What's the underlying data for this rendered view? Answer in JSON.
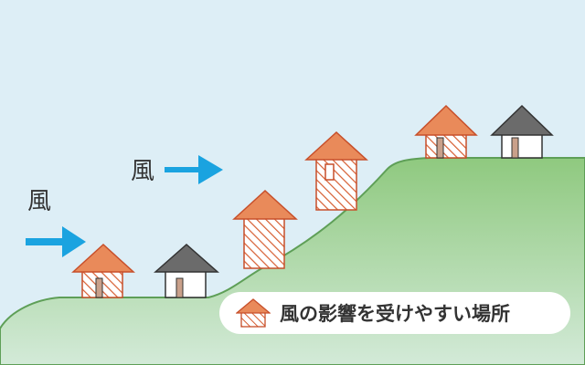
{
  "wind_labels": [
    "風",
    "風"
  ],
  "legend": {
    "text": "風の影響を受けやすい場所"
  },
  "colors": {
    "sky": "#ddeef6",
    "hill_top": "#8fc97f",
    "hill_bottom": "#d3ead8",
    "hill_stroke": "#5e9f57",
    "arrow": "#1aa3e0",
    "affected_roof": "#e98a5a",
    "affected_stroke": "#c74f2a",
    "normal_roof": "#6b6b6b",
    "door": "#c9a08a"
  },
  "icons": [
    "wind-arrow-icon",
    "house-affected-icon",
    "house-normal-icon"
  ]
}
